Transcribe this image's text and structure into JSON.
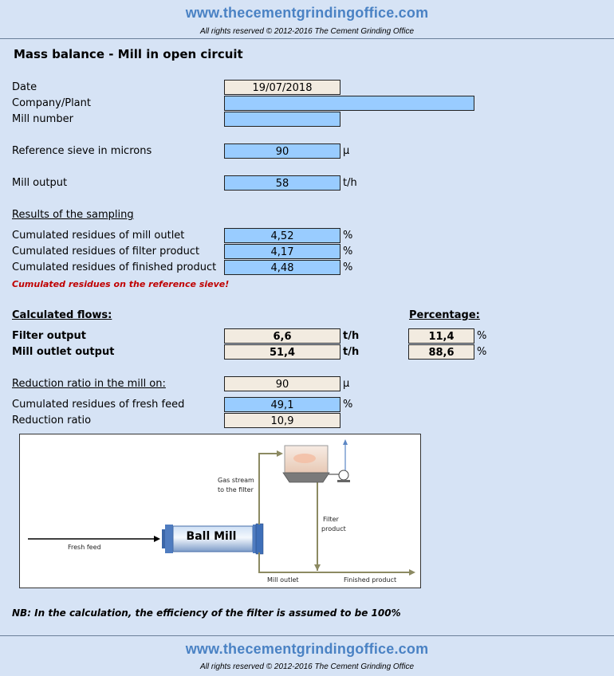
{
  "header": {
    "site": "www.thecementgrindingoffice.com",
    "rights": "All rights reserved © 2012-2016 The Cement Grinding Office"
  },
  "title": "Mass balance - Mill in open circuit",
  "inputs": {
    "date_label": "Date",
    "date_value": "19/07/2018",
    "company_label": "Company/Plant",
    "company_value": "",
    "mill_number_label": "Mill number",
    "mill_number_value": "",
    "sieve_label": "Reference sieve in microns",
    "sieve_value": "90",
    "sieve_unit": "µ",
    "mill_output_label": "Mill output",
    "mill_output_value": "58",
    "mill_output_unit": "t/h"
  },
  "sampling": {
    "heading": "Results of the sampling",
    "rows": [
      {
        "label": "Cumulated residues of mill outlet",
        "value": "4,52",
        "unit": "%"
      },
      {
        "label": "Cumulated residues of filter product",
        "value": "4,17",
        "unit": "%"
      },
      {
        "label": "Cumulated residues of finished product",
        "value": "4,48",
        "unit": "%"
      }
    ],
    "warning": "Cumulated residues on the reference sieve!"
  },
  "flows": {
    "heading": "Calculated flows:",
    "percentage_heading": "Percentage:",
    "rows": [
      {
        "label": "Filter output",
        "value": "6,6",
        "unit": "t/h",
        "pct": "11,4",
        "pct_unit": "%"
      },
      {
        "label": "Mill outlet output",
        "value": "51,4",
        "unit": "t/h",
        "pct": "88,6",
        "pct_unit": "%"
      }
    ]
  },
  "reduction": {
    "label": "Reduction ratio in the mill on:",
    "value": "90",
    "unit": "µ",
    "fresh_label": "Cumulated residues of fresh feed",
    "fresh_value": "49,1",
    "fresh_unit": "%",
    "ratio_label": "Reduction ratio",
    "ratio_value": "10,9"
  },
  "diagram": {
    "mill": "Ball Mill",
    "fresh_feed": "Fresh feed",
    "gas_stream_1": "Gas stream",
    "gas_stream_2": "to the filter",
    "filter_product_1": "Filter",
    "filter_product_2": "product",
    "mill_outlet": "Mill outlet",
    "finished_product": "Finished product"
  },
  "note": "NB: In the calculation, the efficiency of the filter is assumed to be 100%",
  "colors": {
    "background": "#d6e3f5",
    "input_blue": "#99ccff",
    "output_beige": "#f2ebe0",
    "site_blue": "#4a82c4",
    "warning_red": "#c00000"
  }
}
